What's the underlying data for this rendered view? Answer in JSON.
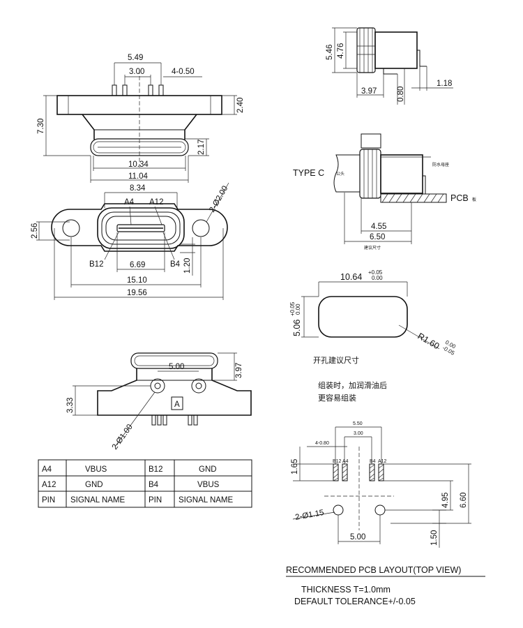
{
  "top_view": {
    "dim_pin_span": "5.49",
    "dim_pin_inner": "3.00",
    "dim_pin_pitch": "4-0.50",
    "dim_height": "7.30",
    "dim_flange_h": "2.40",
    "dim_body_h": "2.17",
    "dim_body_w": "10.34",
    "dim_shell_w": "11.04"
  },
  "front_view": {
    "dim_inner_w": "8.34",
    "label_a4": "A4",
    "label_a12": "A12",
    "label_b12": "B12",
    "label_b4": "B4",
    "dim_tongue_w": "6.69",
    "dim_holes": "2-Ø2.00",
    "dim_hole_offset": "2.56",
    "dim_gap": "1.20",
    "dim_hole_pitch": "15.10",
    "dim_total_w": "19.56"
  },
  "side_view": {
    "dim_h_total": "5.46",
    "dim_h_body": "4.76",
    "dim_len": "3.97",
    "dim_tail": "0.80",
    "dim_leg": "1.18"
  },
  "assembly_view": {
    "label_type_c": "TYPE  C",
    "label_male": "公头",
    "label_seal": "防水母座",
    "label_pcb": "PCB",
    "label_pcb_cn": "板",
    "dim_a": "4.55",
    "dim_b": "6.50",
    "label_suggest": "建议尺寸"
  },
  "cutout_view": {
    "dim_w": "10.64",
    "dim_w_tol_up": "+0.05",
    "dim_w_tol_dn": "0.00",
    "dim_h": "5.06",
    "dim_h_tol_up": "+0.05",
    "dim_h_tol_dn": "0.00",
    "dim_r": "R1.60",
    "dim_r_tol_up": "0.00",
    "dim_r_tol_dn": "-0.05",
    "title": "开孔建议尺寸",
    "note_line1": "组装时，加润滑油后",
    "note_line2": "更容易组装"
  },
  "bottom_view": {
    "dim_pitch": "5.00",
    "dim_h": "3.97",
    "dim_left": "3.33",
    "dim_holes": "2-Ø1.00",
    "label_a": "A"
  },
  "pin_table": {
    "rows": [
      [
        "A4",
        "VBUS",
        "B12",
        "GND"
      ],
      [
        "A12",
        "GND",
        "B4",
        "VBUS"
      ],
      [
        "PIN",
        "SIGNAL NAME",
        "PIN",
        "SIGNAL NAME"
      ]
    ]
  },
  "pcb_layout": {
    "dim_span": "5.50",
    "dim_inner": "3.00",
    "dim_pitch": "4-0.80",
    "dim_pad_h": "1.65",
    "pad_b12": "B12",
    "pad_a4": "A4",
    "pad_b4": "B4",
    "pad_a12": "A12",
    "dim_holes": "2-Ø1.15",
    "dim_495": "4.95",
    "dim_660": "6.60",
    "dim_500": "5.00",
    "dim_150": "1.50",
    "title": "RECOMMENDED  PCB  LAYOUT(TOP  VIEW)",
    "thickness": "THICKNESS  T=1.0mm",
    "tolerance": "DEFAULT  TOLERANCE+/-0.05"
  }
}
